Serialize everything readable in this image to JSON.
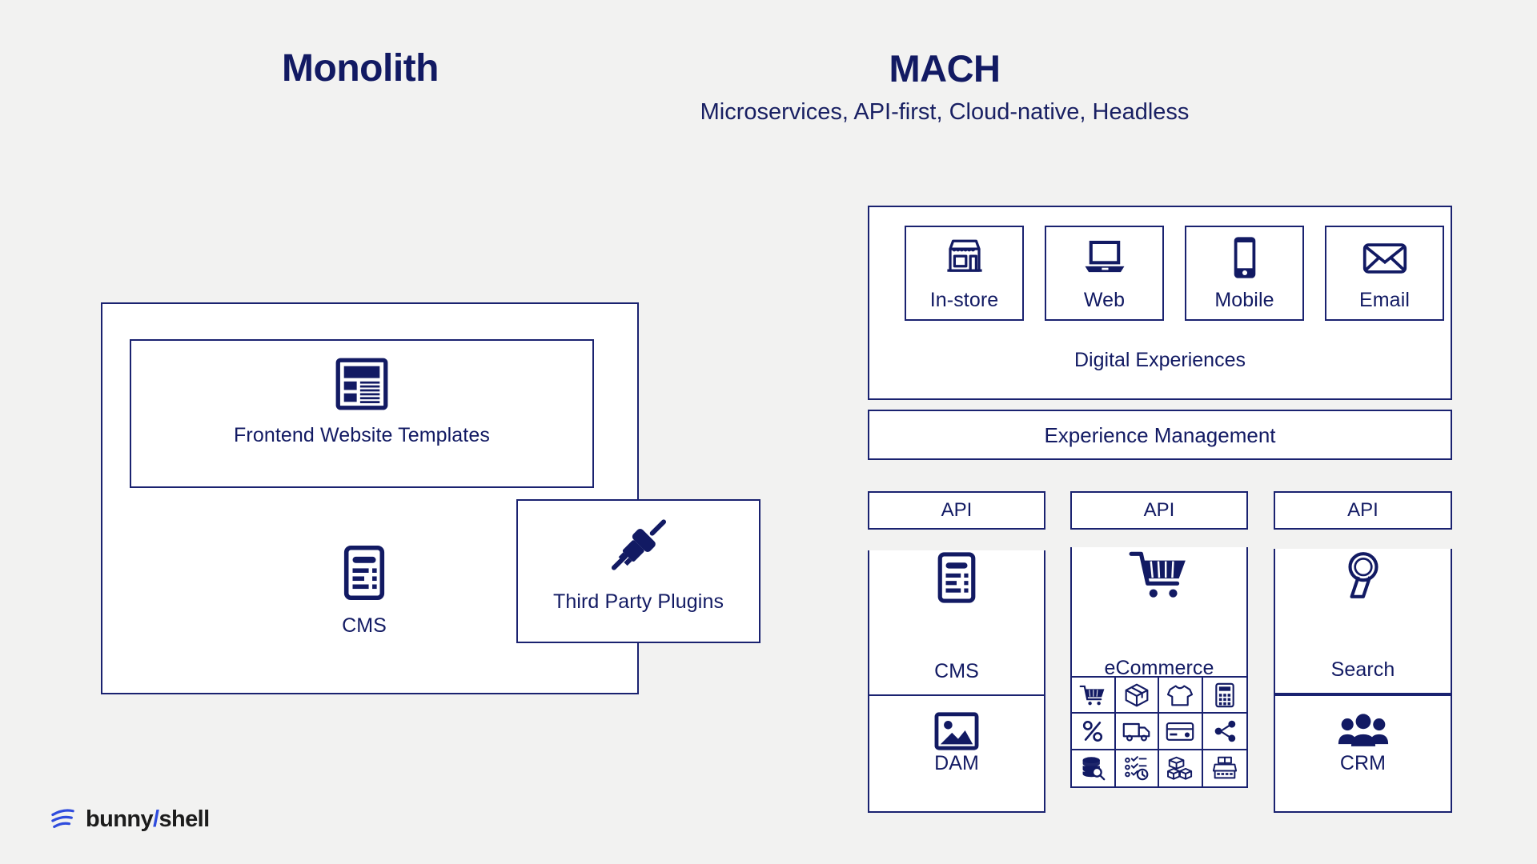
{
  "monolith": {
    "title": "Monolith",
    "frontend": {
      "label": "Frontend Website Templates",
      "icon": "website-template-icon"
    },
    "cms": {
      "label": "CMS",
      "icon": "document-icon"
    },
    "plugins": {
      "label": "Third Party Plugins",
      "icon": "plug-icon"
    }
  },
  "mach": {
    "title": "MACH",
    "subtitle": "Microservices, API-first, Cloud-native, Headless",
    "digital_experiences": {
      "caption": "Digital Experiences",
      "channels": [
        {
          "label": "In-store",
          "icon": "storefront-icon"
        },
        {
          "label": "Web",
          "icon": "laptop-icon"
        },
        {
          "label": "Mobile",
          "icon": "smartphone-icon"
        },
        {
          "label": "Email",
          "icon": "envelope-icon"
        }
      ]
    },
    "experience_management": {
      "label": "Experience Management"
    },
    "api_label": "API",
    "services": [
      {
        "label": "CMS",
        "icon": "document-icon",
        "api": true
      },
      {
        "label": "eCommerce",
        "icon": "shopping-cart-icon",
        "api": true
      },
      {
        "label": "Search",
        "icon": "magnifier-icon",
        "api": true
      },
      {
        "label": "DAM",
        "icon": "image-icon",
        "api": false
      },
      {
        "label": "CRM",
        "icon": "users-icon",
        "api": false
      }
    ],
    "ecommerce_capabilities": [
      "shopping-cart-icon",
      "box-icon",
      "tshirt-icon",
      "calculator-icon",
      "percent-icon",
      "delivery-truck-icon",
      "credit-card-icon",
      "share-nodes-icon",
      "database-search-icon",
      "checklist-clock-icon",
      "stacked-boxes-icon",
      "cash-register-icon"
    ]
  },
  "logo": {
    "name": "bunny",
    "slash": "/",
    "name2": "shell"
  },
  "colors": {
    "navy": "#121a63",
    "stroke": "#1a2270",
    "background": "#f2f2f1",
    "accent": "#2f4cdd"
  }
}
